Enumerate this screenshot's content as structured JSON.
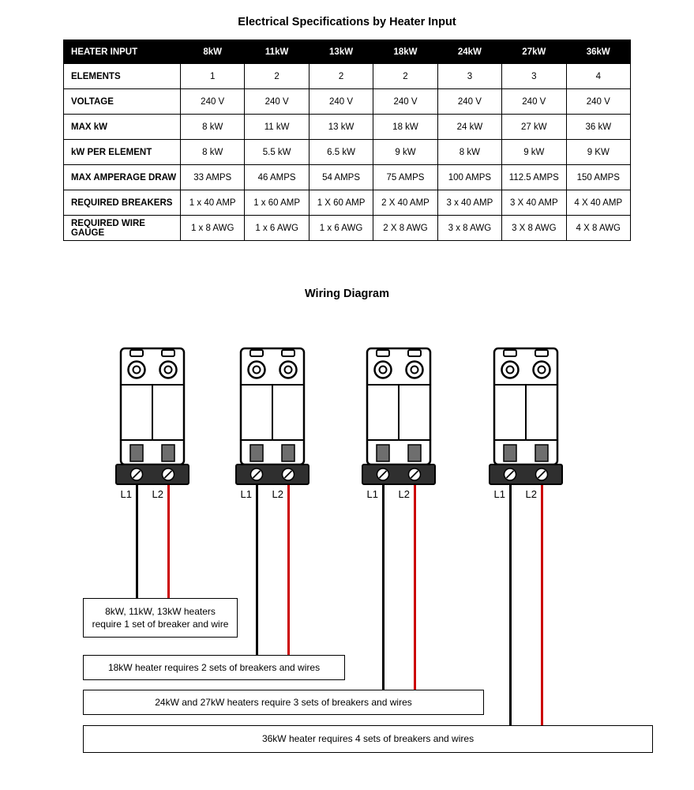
{
  "page": {
    "spec_title": "Electrical Specifications by Heater Input",
    "diagram_title": "Wiring Diagram"
  },
  "spec_table": {
    "header": [
      "HEATER INPUT",
      "8kW",
      "11kW",
      "13kW",
      "18kW",
      "24kW",
      "27kW",
      "36kW"
    ],
    "rows": [
      {
        "label": "ELEMENTS",
        "values": [
          "1",
          "2",
          "2",
          "2",
          "3",
          "3",
          "4"
        ]
      },
      {
        "label": "VOLTAGE",
        "values": [
          "240 V",
          "240 V",
          "240 V",
          "240 V",
          "240 V",
          "240 V",
          "240 V"
        ]
      },
      {
        "label": "MAX kW",
        "values": [
          "8 kW",
          "11 kW",
          "13 kW",
          "18 kW",
          "24 kW",
          "27 kW",
          "36 kW"
        ]
      },
      {
        "label": "kW PER ELEMENT",
        "values": [
          "8 kW",
          "5.5 kW",
          "6.5 kW",
          "9 kW",
          "8 kW",
          "9 kW",
          "9 KW"
        ]
      },
      {
        "label": "MAX AMPERAGE DRAW",
        "values": [
          "33 AMPS",
          "46 AMPS",
          "54 AMPS",
          "75 AMPS",
          "100 AMPS",
          "112.5 AMPS",
          "150 AMPS"
        ]
      },
      {
        "label": "REQUIRED BREAKERS",
        "values": [
          "1 x 40 AMP",
          "1 x 60 AMP",
          "1 X 60 AMP",
          "2 X 40 AMP",
          "3 x 40 AMP",
          "3 X 40 AMP",
          "4 X 40 AMP"
        ]
      },
      {
        "label": "REQUIRED WIRE GAUGE",
        "values": [
          "1 x 8 AWG",
          "1 x 6 AWG",
          "1 x 6 AWG",
          "2 X 8 AWG",
          "3 x 8 AWG",
          "3 X 8 AWG",
          "4 X 8 AWG"
        ]
      }
    ]
  },
  "diagram": {
    "wire_labels": {
      "l1": "L1",
      "l2": "L2"
    },
    "wire_colors": {
      "l1": "#000000",
      "l2": "#cc0000"
    },
    "callouts": [
      "8kW, 11kW, 13kW heaters\nrequire 1 set of breaker and wire",
      "18kW heater requires 2 sets of breakers and wires",
      "24kW and 27kW heaters require 3 sets of breakers and wires",
      "36kW heater requires 4 sets of breakers and wires"
    ],
    "breaker_count": 4
  }
}
